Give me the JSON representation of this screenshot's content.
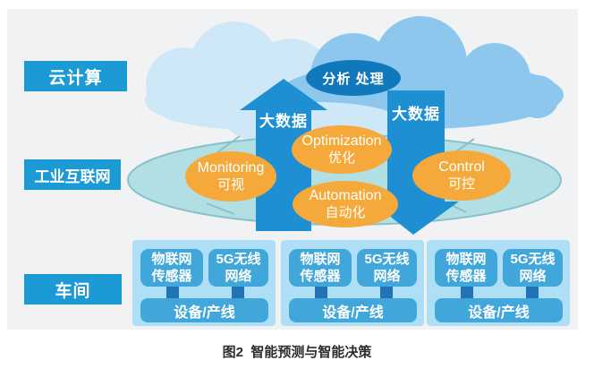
{
  "side_labels": {
    "cloud": "云计算",
    "industrial_internet": "工业互联网",
    "workshop": "车间"
  },
  "cloud_layer": {
    "analysis_bubble": "分析 处理"
  },
  "arrows": {
    "up_big_data": "大数据",
    "down_big_data": "大数据"
  },
  "platform_bubbles": [
    {
      "en": "Monitoring",
      "zh": "可视"
    },
    {
      "en": "Optimization",
      "zh": "优化"
    },
    {
      "en": "Automation",
      "zh": "自动化"
    },
    {
      "en": "Control",
      "zh": "可控"
    }
  ],
  "workshop_units": [
    {
      "sensor_line1": "物联网",
      "sensor_line2": "传感器",
      "network_line1": "5G无线",
      "network_line2": "网络",
      "equipment": "设备/产线"
    },
    {
      "sensor_line1": "物联网",
      "sensor_line2": "传感器",
      "network_line1": "5G无线",
      "network_line2": "网络",
      "equipment": "设备/产线"
    },
    {
      "sensor_line1": "物联网",
      "sensor_line2": "传感器",
      "network_line1": "5G无线",
      "network_line2": "网络",
      "equipment": "设备/产线"
    }
  ],
  "caption": "图2  智能预测与智能决策",
  "colors": {
    "diagram_bg": "#f1f2f4",
    "label_blue": "#1b9ad6",
    "arrow_blue": "#1e8fd2",
    "analysis_blue": "#1278bc",
    "cloud_light": "#cfe8f7",
    "cloud_medium": "#8dc7ee",
    "disc_fill": "#b2dfe4",
    "disc_stroke": "#87c2ca",
    "bubble_orange": "#f6a93b",
    "panel_bg": "#aedff7",
    "panel_box": "#41a7db",
    "connector": "#2273b4"
  }
}
